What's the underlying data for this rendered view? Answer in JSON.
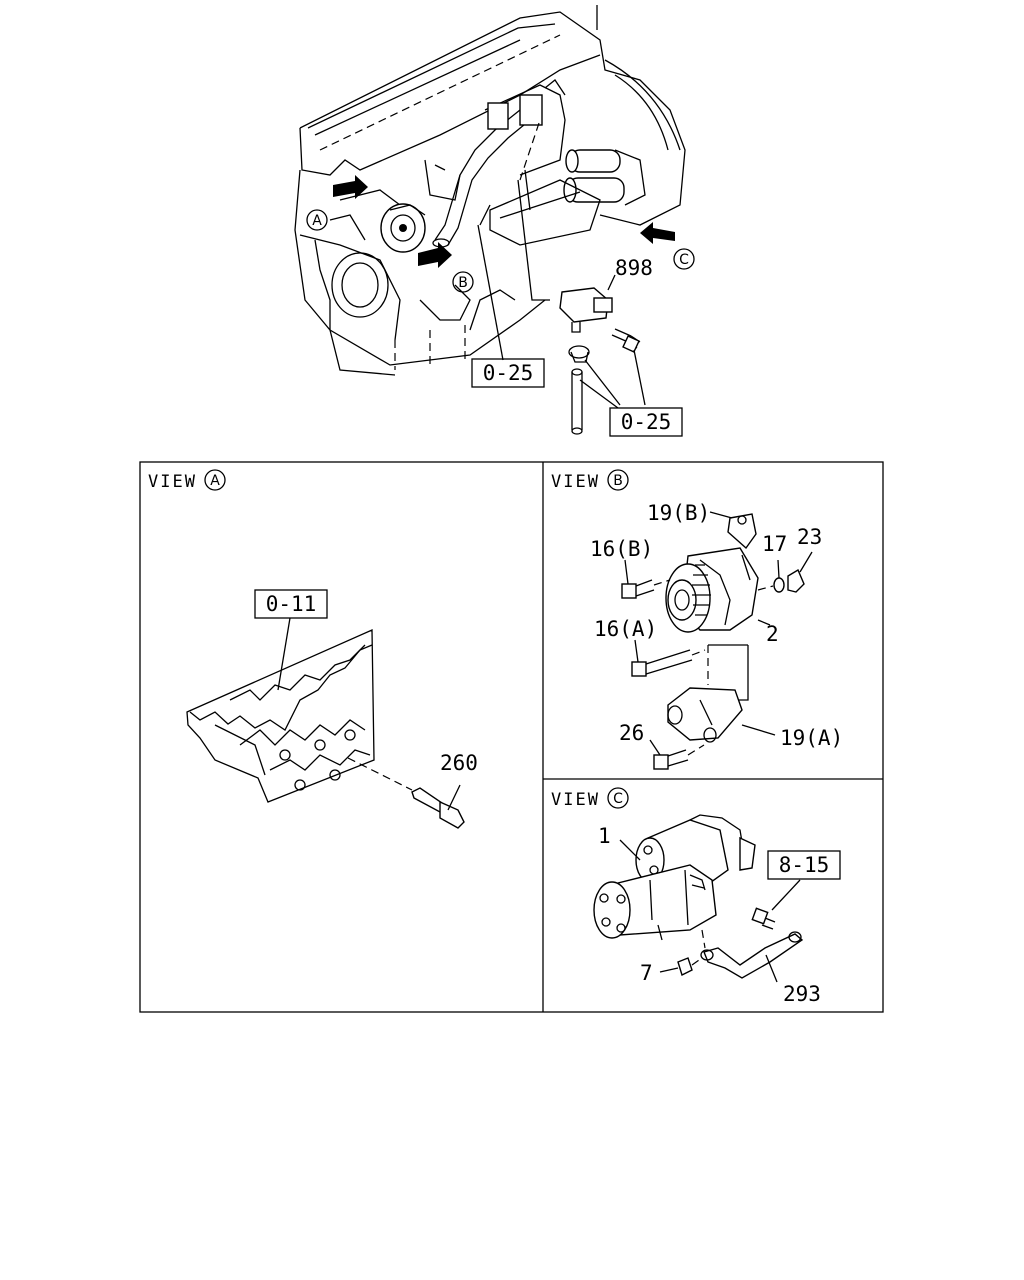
{
  "overview": {
    "view_markers": [
      "A",
      "B",
      "C"
    ],
    "callouts": {
      "part_898": "898",
      "ref_025_left": "0-25",
      "ref_025_right": "0-25"
    }
  },
  "view_a": {
    "label": "VIEW",
    "marker": "A",
    "ref_box": "0-11",
    "part_260": "260"
  },
  "view_b": {
    "label": "VIEW",
    "marker": "B",
    "parts": {
      "p19b": "19(B)",
      "p16b": "16(B)",
      "p17": "17",
      "p23": "23",
      "p16a": "16(A)",
      "p2": "2",
      "p26": "26",
      "p19a": "19(A)"
    }
  },
  "view_c": {
    "label": "VIEW",
    "marker": "C",
    "ref_box": "8-15",
    "parts": {
      "p1": "1",
      "p7": "7",
      "p293": "293"
    }
  }
}
